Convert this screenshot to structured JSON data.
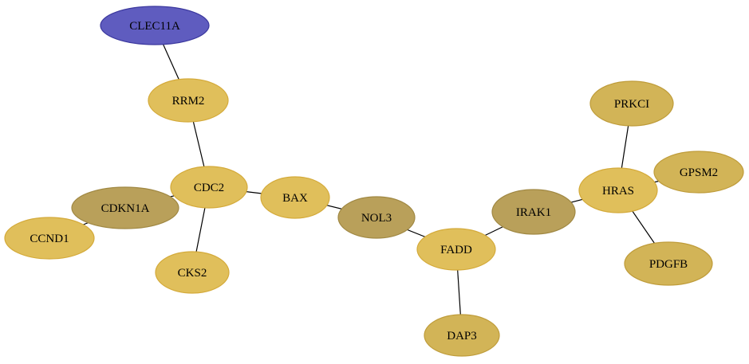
{
  "graph": {
    "node_styles": {
      "gold": {
        "fill": "#e0bf5b",
        "stroke": "#d4aa3a"
      },
      "gold_dark": {
        "fill": "#d2b457",
        "stroke": "#bf9c3a"
      },
      "olive": {
        "fill": "#b9a05a",
        "stroke": "#a08843"
      },
      "blue": {
        "fill": "#5f5cbf",
        "stroke": "#3b389e"
      }
    },
    "nodes": [
      {
        "id": "CLEC11A",
        "label": "CLEC11A",
        "style": "blue"
      },
      {
        "id": "RRM2",
        "label": "RRM2",
        "style": "gold"
      },
      {
        "id": "CDC2",
        "label": "CDC2",
        "style": "gold"
      },
      {
        "id": "CDKN1A",
        "label": "CDKN1A",
        "style": "olive"
      },
      {
        "id": "CCND1",
        "label": "CCND1",
        "style": "gold"
      },
      {
        "id": "CKS2",
        "label": "CKS2",
        "style": "gold"
      },
      {
        "id": "BAX",
        "label": "BAX",
        "style": "gold"
      },
      {
        "id": "NOL3",
        "label": "NOL3",
        "style": "olive"
      },
      {
        "id": "FADD",
        "label": "FADD",
        "style": "gold"
      },
      {
        "id": "DAP3",
        "label": "DAP3",
        "style": "gold_dark"
      },
      {
        "id": "IRAK1",
        "label": "IRAK1",
        "style": "olive"
      },
      {
        "id": "HRAS",
        "label": "HRAS",
        "style": "gold"
      },
      {
        "id": "PRKCI",
        "label": "PRKCI",
        "style": "gold_dark"
      },
      {
        "id": "GPSM2",
        "label": "GPSM2",
        "style": "gold_dark"
      },
      {
        "id": "PDGFB",
        "label": "PDGFB",
        "style": "gold_dark"
      }
    ],
    "edges": [
      [
        "CLEC11A",
        "RRM2"
      ],
      [
        "RRM2",
        "CDC2"
      ],
      [
        "CDC2",
        "CDKN1A"
      ],
      [
        "CDKN1A",
        "CCND1"
      ],
      [
        "CDC2",
        "CKS2"
      ],
      [
        "CDC2",
        "BAX"
      ],
      [
        "BAX",
        "NOL3"
      ],
      [
        "NOL3",
        "FADD"
      ],
      [
        "FADD",
        "DAP3"
      ],
      [
        "FADD",
        "IRAK1"
      ],
      [
        "IRAK1",
        "HRAS"
      ],
      [
        "HRAS",
        "PRKCI"
      ],
      [
        "HRAS",
        "GPSM2"
      ],
      [
        "HRAS",
        "PDGFB"
      ]
    ]
  }
}
